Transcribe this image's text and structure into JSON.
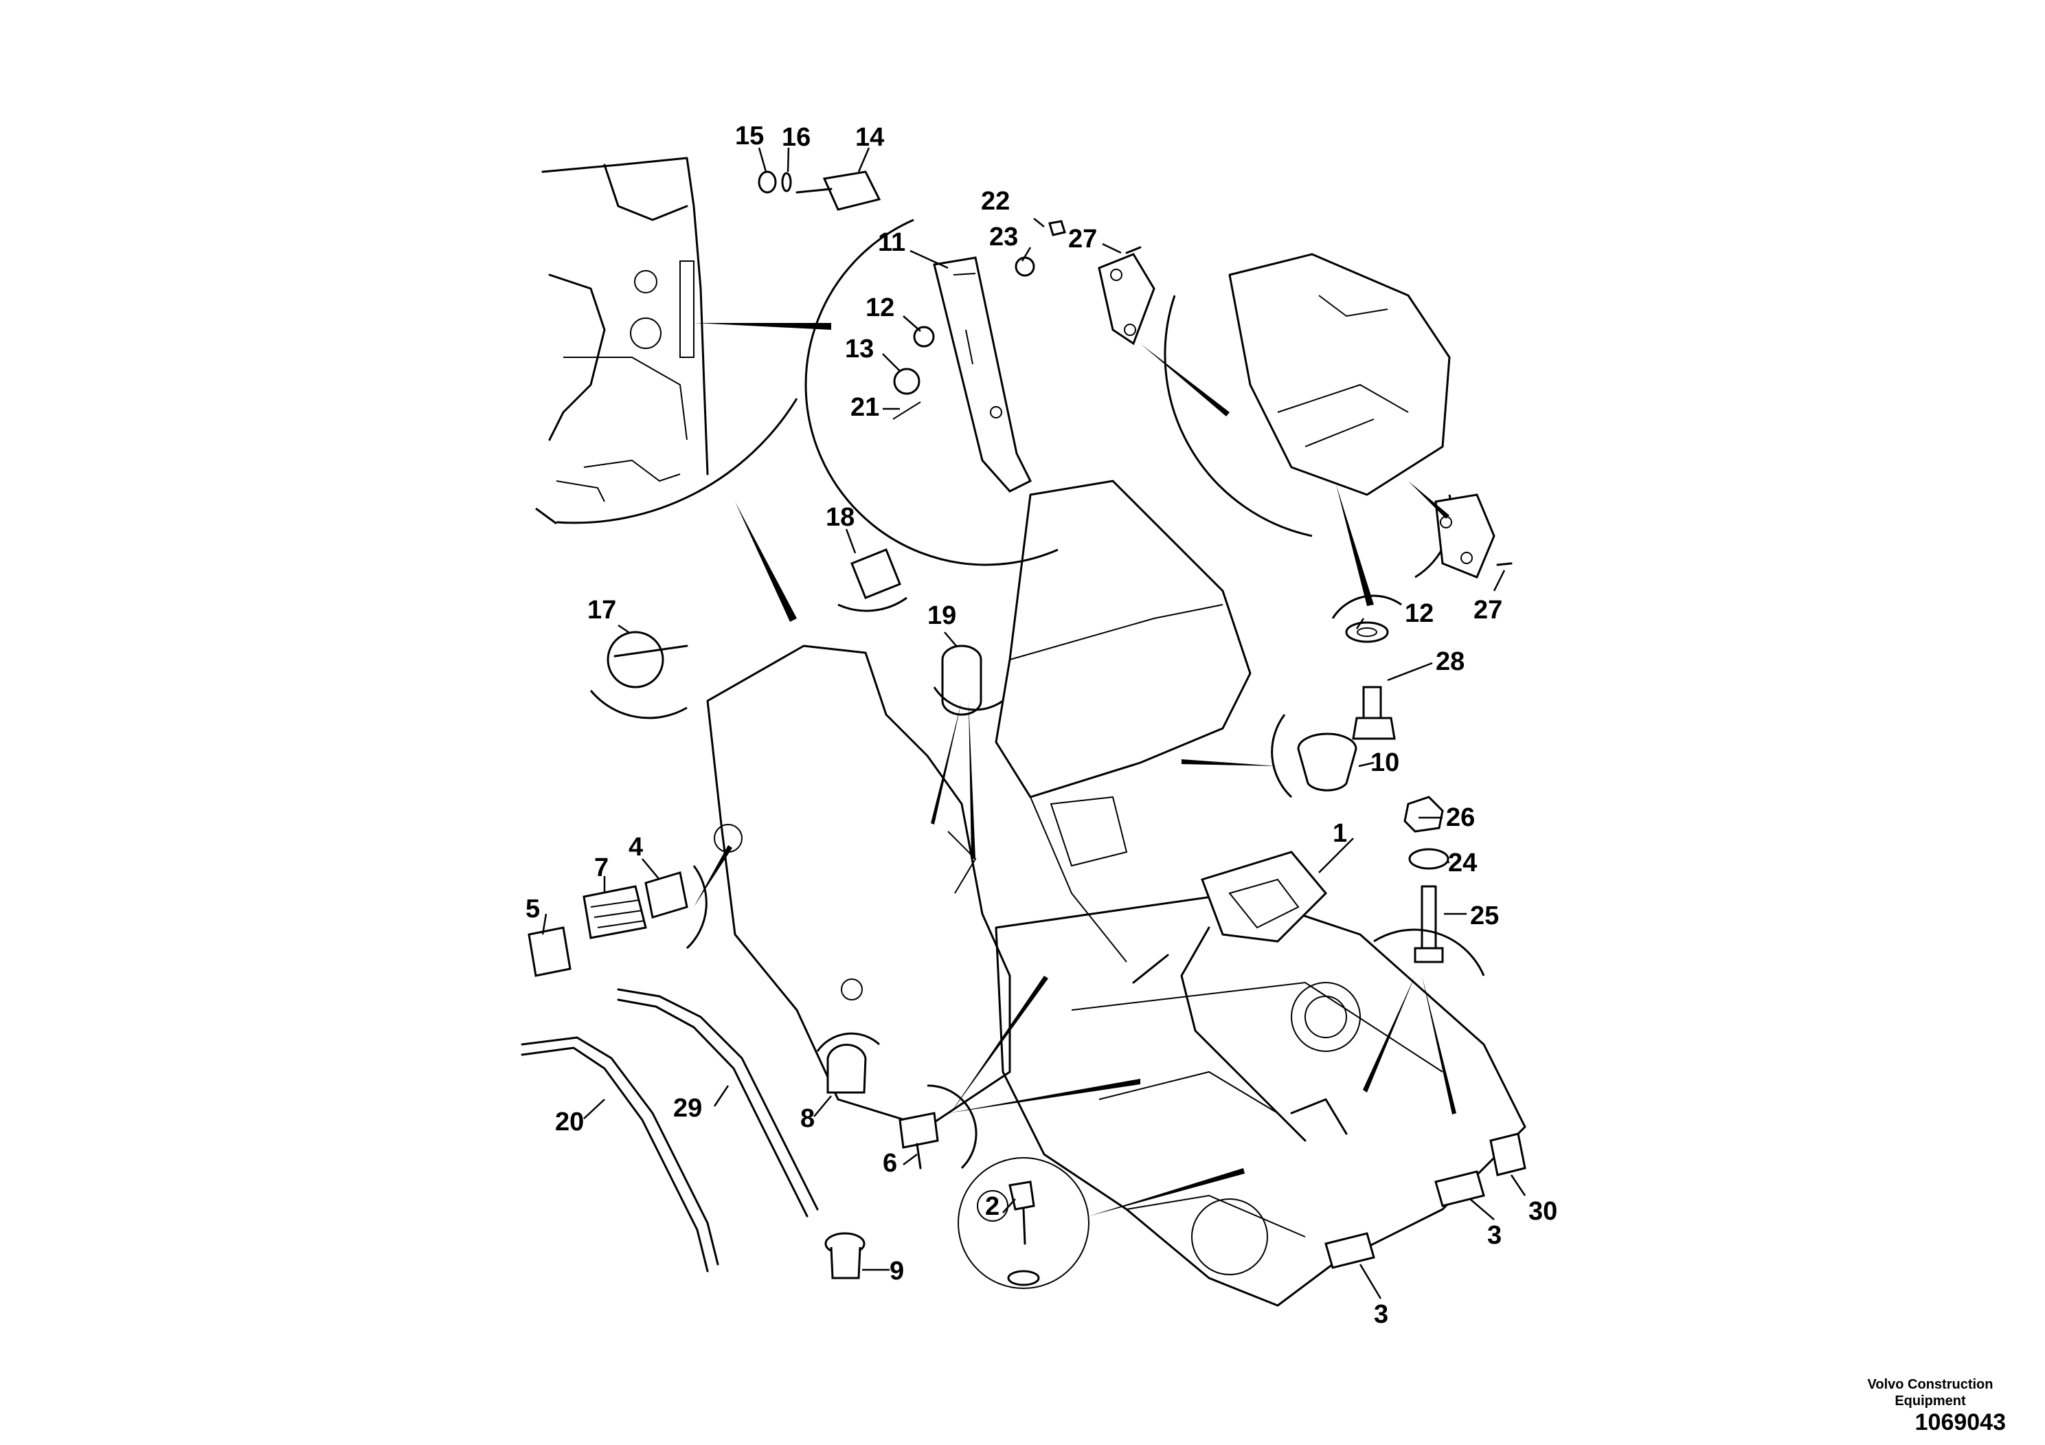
{
  "diagram": {
    "labels": {
      "p1": "1",
      "p2": "2",
      "p3a": "3",
      "p3b": "3",
      "p4": "4",
      "p5": "5",
      "p6": "6",
      "p7": "7",
      "p8": "8",
      "p9": "9",
      "p10": "10",
      "p11": "11",
      "p12a": "12",
      "p12b": "12",
      "p13": "13",
      "p14": "14",
      "p15": "15",
      "p16": "16",
      "p17": "17",
      "p18": "18",
      "p19": "19",
      "p20": "20",
      "p21": "21",
      "p22": "22",
      "p23": "23",
      "p24": "24",
      "p25": "25",
      "p26": "26",
      "p27a": "27",
      "p27b": "27",
      "p28": "28",
      "p29": "29",
      "p30": "30"
    }
  },
  "footer": {
    "manufacturer": "Volvo Construction Equipment",
    "figure_number": "1069043"
  }
}
